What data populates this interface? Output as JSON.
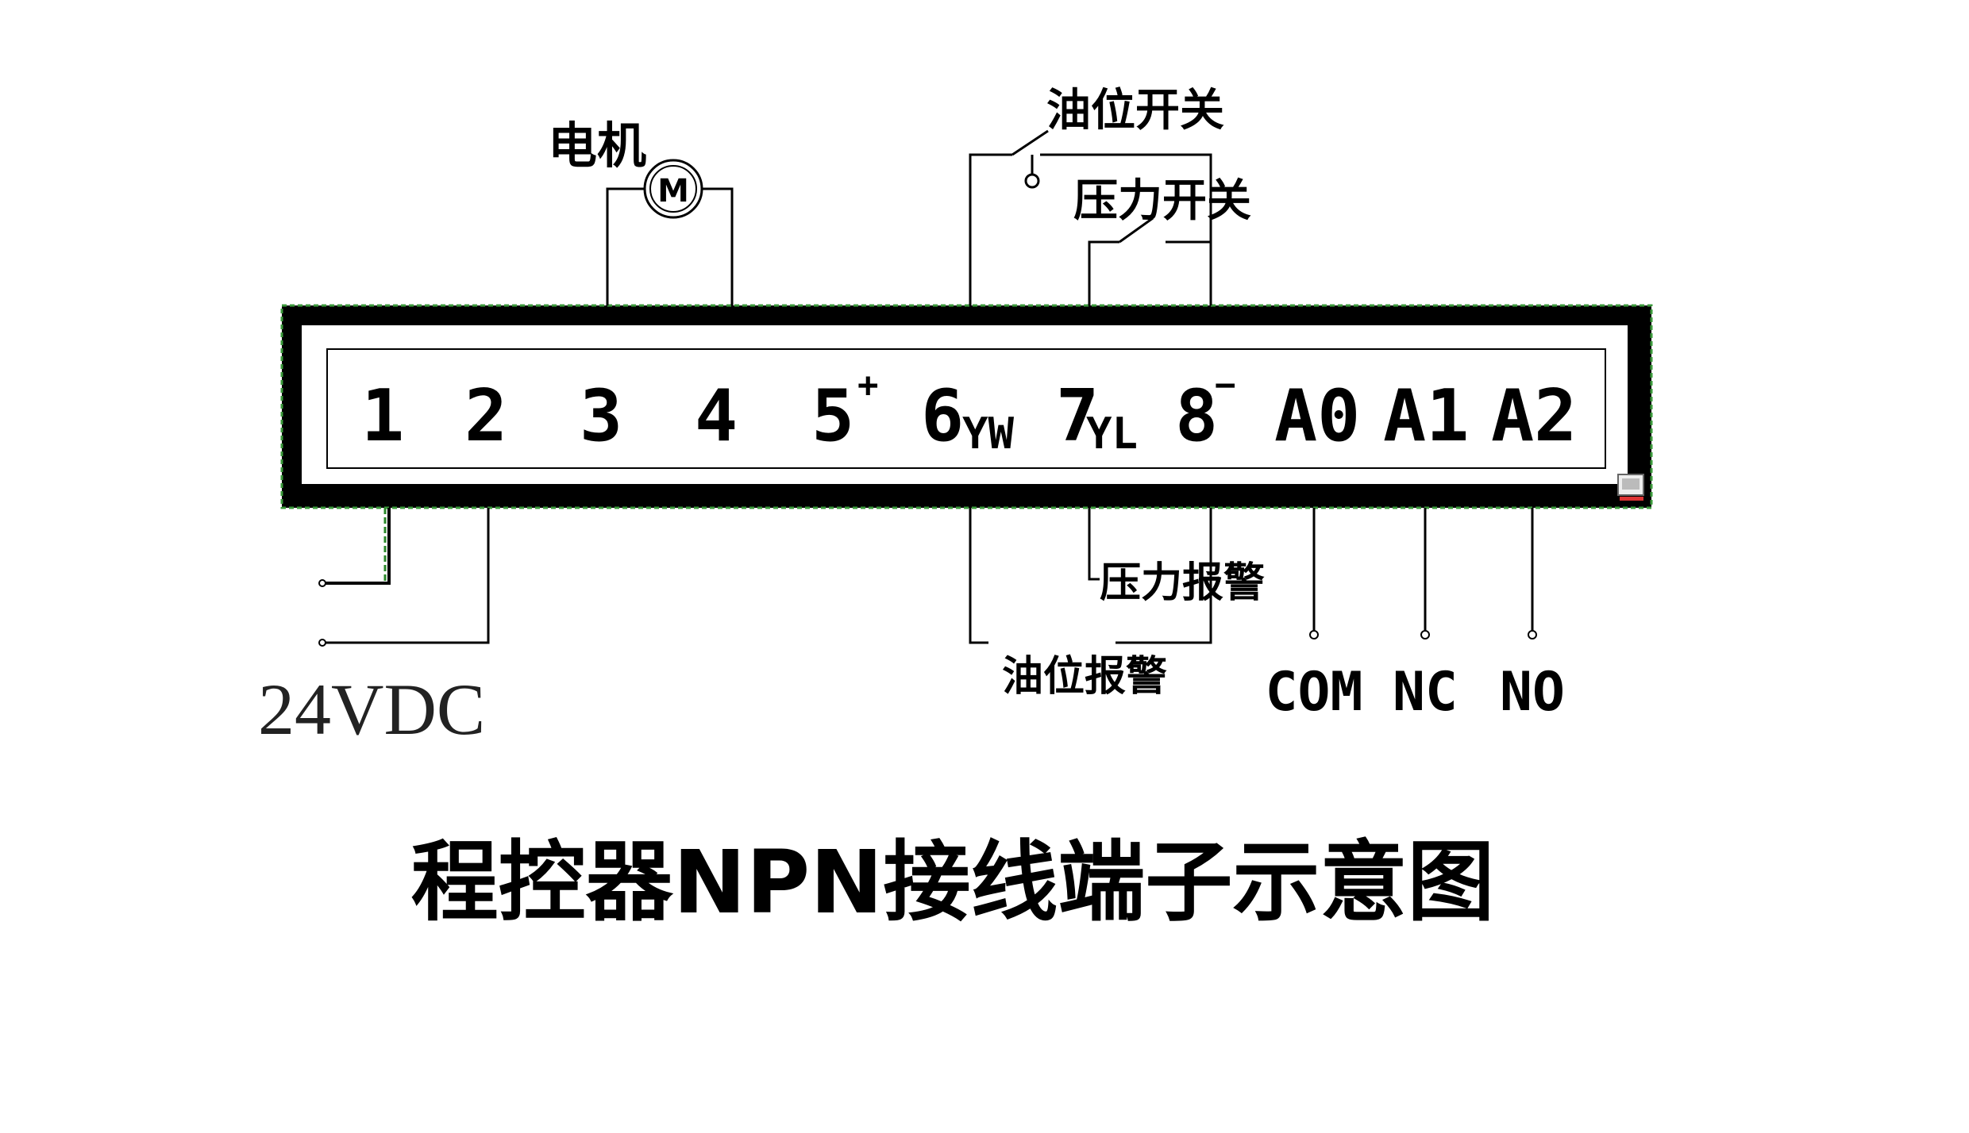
{
  "title": "程控器NPN接线端子示意图",
  "terminals": {
    "t1": "1",
    "t2": "2",
    "t3": "3",
    "t4": "4",
    "t5": "5",
    "t5_sup": "+",
    "t6": "6",
    "t6_sub": "YW",
    "t7": "7",
    "t7_sub": "YL",
    "t8": "8",
    "t8_sup": "−",
    "a0": "A0",
    "a1": "A1",
    "a2": "A2"
  },
  "labels": {
    "motor": "电机",
    "motor_symbol": "M",
    "oil_switch": "油位开关",
    "pressure_switch": "压力开关",
    "pressure_alarm": "压力报警",
    "oil_alarm": "油位报警",
    "power": "24VDC",
    "com": "COM",
    "nc": "NC",
    "no": "NO"
  },
  "icons": {
    "corner": "small-monitor-icon"
  }
}
